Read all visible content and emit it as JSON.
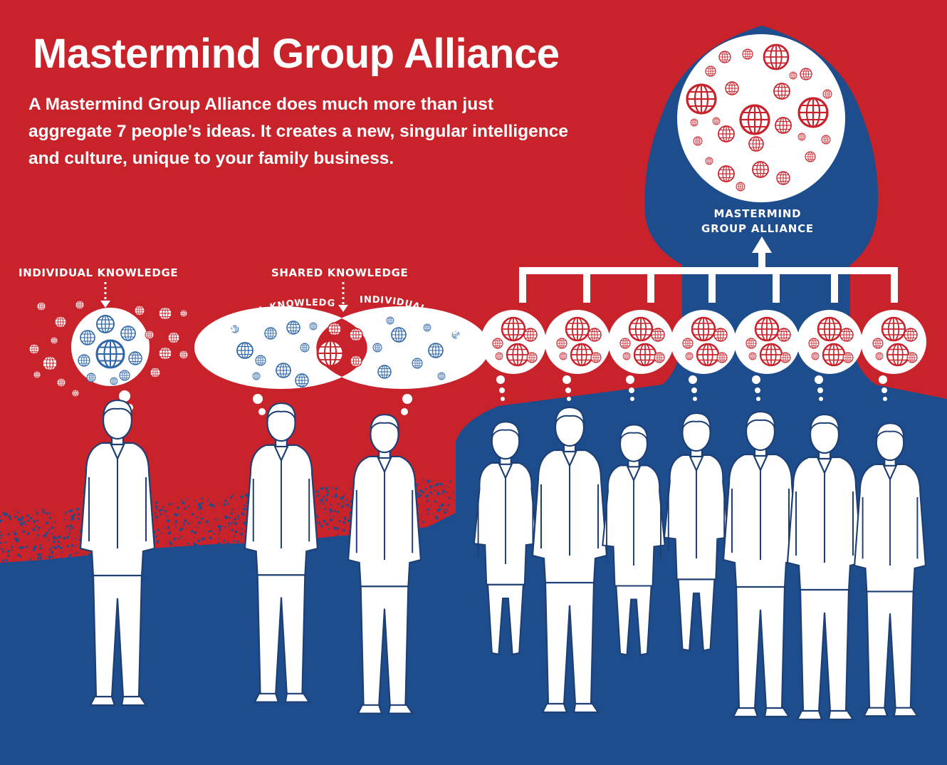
{
  "header": {
    "title": "Mastermind Group Alliance",
    "intro": "A Mastermind Group Alliance does much more than just aggregate 7 people’s ideas. It creates a new, singular intelligence and culture, unique to your family business."
  },
  "panels": {
    "individual": {
      "label": "INDIVIDUAL KNOWLEDGE",
      "people": 1
    },
    "shared": {
      "label": "SHARED KNOWLEDGE",
      "left_arc_label": "INDIVIDUAL KNOWLEDGE",
      "right_arc_label": "INDIVIDUAL KNOWLEDGE",
      "people": 2
    },
    "alliance": {
      "label_line1": "MASTERMIND",
      "label_line2": "GROUP ALLIANCE",
      "people": 7
    }
  },
  "colors": {
    "red": "#c8222b",
    "blue": "#1d4d8c",
    "white": "#ffffff",
    "globe_blue": "#2e66a8",
    "globe_red": "#c8222b"
  },
  "icons": [
    "globe-icon",
    "arrow-up-icon",
    "dotted-arrow-down-icon",
    "thought-bubble-icon",
    "person-icon"
  ]
}
